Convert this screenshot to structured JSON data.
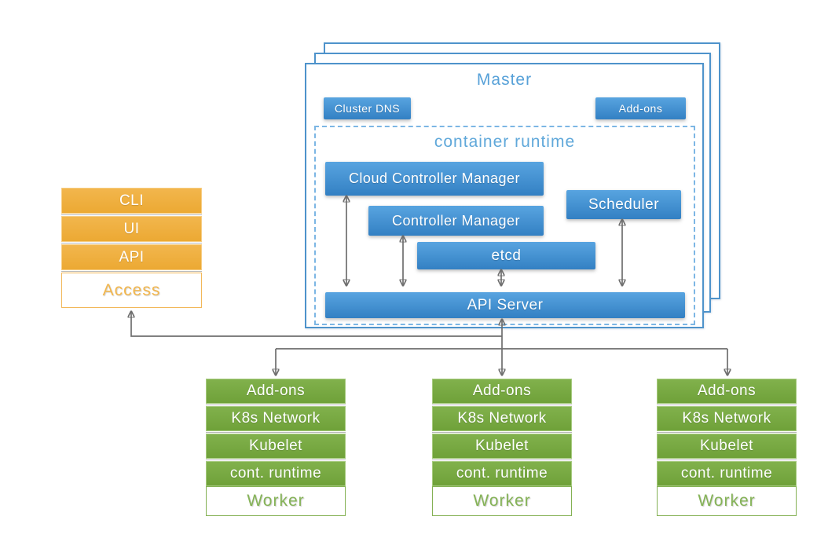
{
  "colors": {
    "box_blue": "#3d8dcc",
    "master_border_blue": "#4e93cb",
    "dashed_blue": "#7cb6e4",
    "title_blue": "#57a1d8",
    "orange": "#efae3d",
    "green": "#77a942",
    "arrow_gray": "#6e6e6e"
  },
  "access_stack": {
    "bars": [
      "CLI",
      "UI",
      "API"
    ],
    "label": "Access"
  },
  "master": {
    "title": "Master",
    "cluster_dns_label": "Cluster DNS",
    "addons_label": "Add-ons",
    "container_runtime": {
      "title": "container runtime",
      "cloud_controller_manager": "Cloud Controller Manager",
      "controller_manager": "Controller Manager",
      "scheduler": "Scheduler",
      "etcd": "etcd",
      "api_server": "API Server"
    }
  },
  "workers": [
    {
      "bars": [
        "Add-ons",
        "K8s Network",
        "Kubelet",
        "cont. runtime"
      ],
      "label": "Worker"
    },
    {
      "bars": [
        "Add-ons",
        "K8s Network",
        "Kubelet",
        "cont. runtime"
      ],
      "label": "Worker"
    },
    {
      "bars": [
        "Add-ons",
        "K8s Network",
        "Kubelet",
        "cont. runtime"
      ],
      "label": "Worker"
    }
  ]
}
